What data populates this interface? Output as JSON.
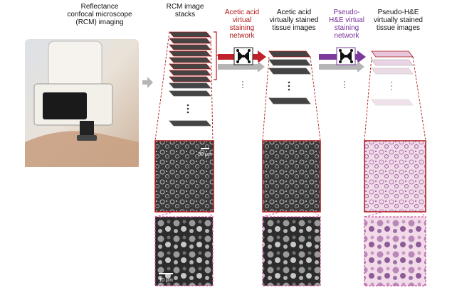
{
  "labels": {
    "rcm_imaging": [
      "Reflectance",
      "confocal microscope",
      "(RCM) imaging"
    ],
    "rcm_stacks": [
      "RCM image",
      "stacks"
    ],
    "acetic_network": [
      "Acetic acid",
      "virtual",
      "staining",
      "network"
    ],
    "acetic_images": [
      "Acetic acid",
      "virtually stained",
      "tissue images"
    ],
    "pseudo_network": [
      "Pseudo-",
      "H&E virtual",
      "staining",
      "network"
    ],
    "pseudo_images": [
      "Pseudo-H&E",
      "virtually stained",
      "tissue images"
    ]
  },
  "scale_bars": {
    "large": "50 μm",
    "small": "10 μm"
  },
  "colors": {
    "acetic_arrow": "#c0202a",
    "pseudo_arrow": "#7b3a9c",
    "gray_arrow": "#b5b5b5",
    "stack_outline": "#b01818",
    "zoom_guide": "#d64fa0",
    "he_tint": "#e7c6dd"
  }
}
